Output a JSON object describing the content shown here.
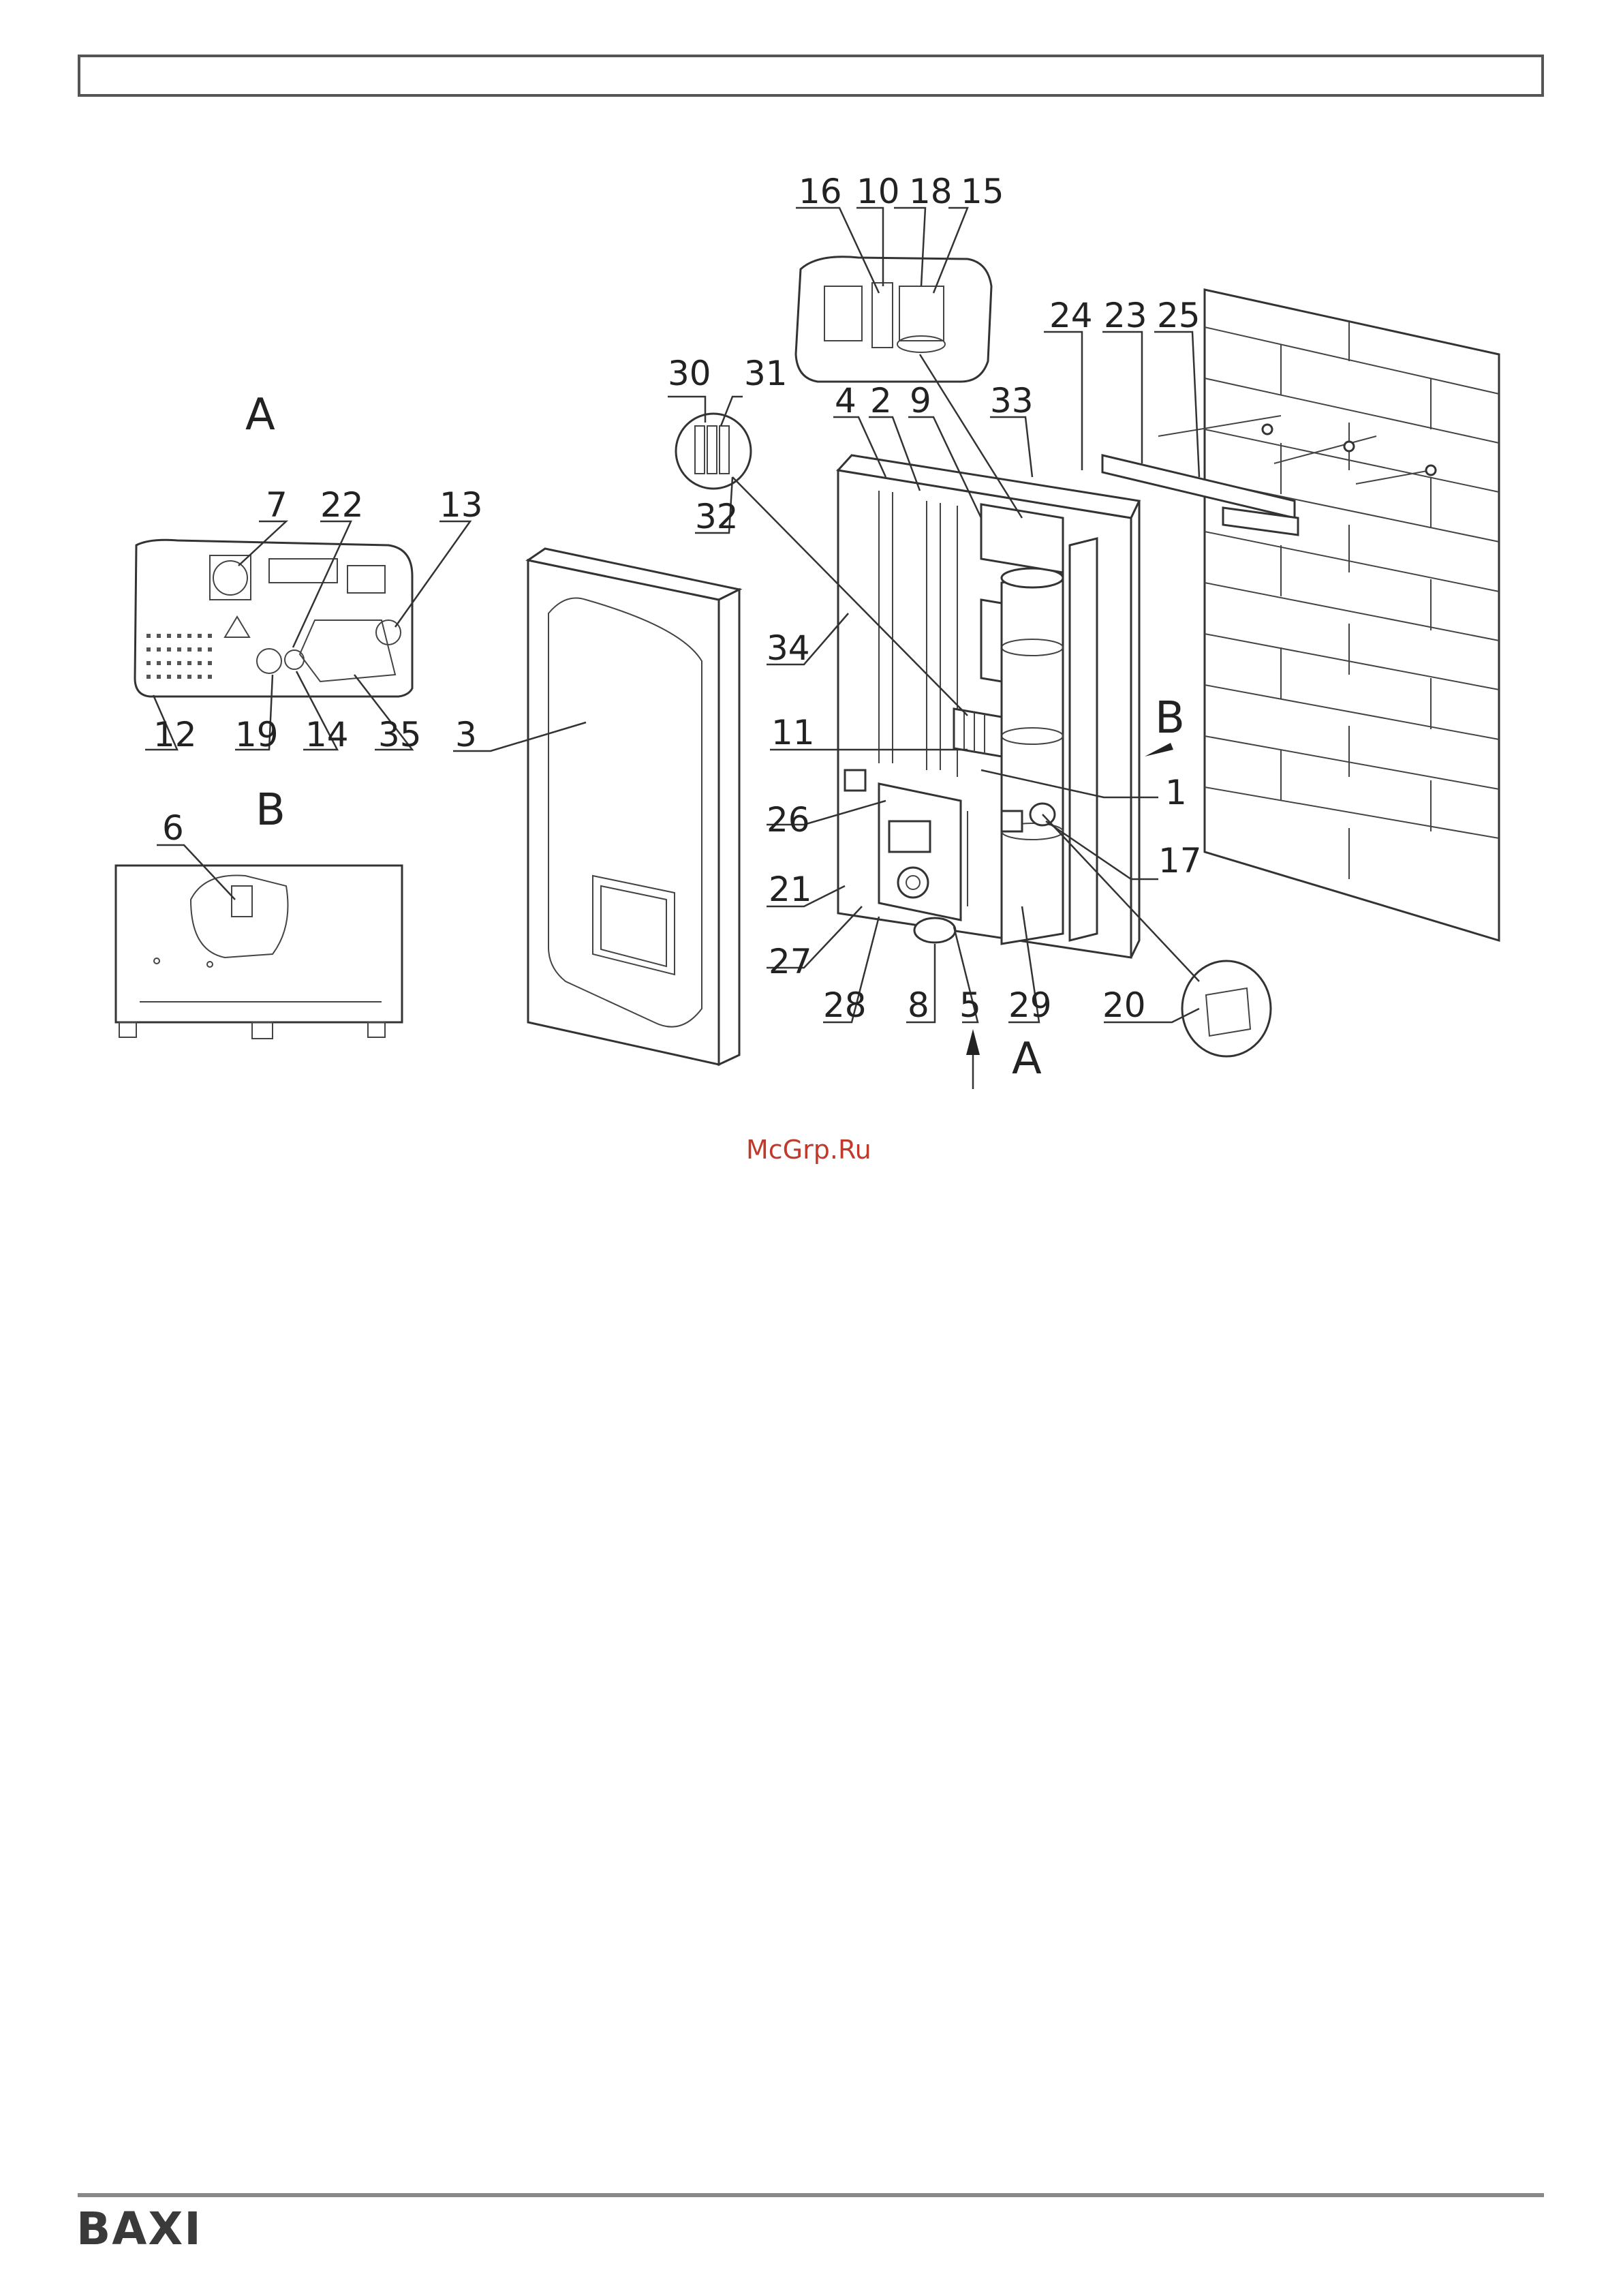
{
  "views": [
    "A",
    "B",
    "A",
    "B"
  ],
  "callouts": {
    "c1": "1",
    "c2": "2",
    "c3": "3",
    "c4": "4",
    "c5": "5",
    "c6": "6",
    "c7": "7",
    "c8": "8",
    "c9": "9",
    "c10": "10",
    "c11": "11",
    "c12": "12",
    "c13": "13",
    "c14": "14",
    "c15": "15",
    "c16": "16",
    "c17": "17",
    "c18": "18",
    "c19": "19",
    "c20": "20",
    "c21": "21",
    "c22": "22",
    "c23": "23",
    "c24": "24",
    "c25": "25",
    "c26": "26",
    "c27": "27",
    "c28": "28",
    "c29": "29",
    "c30": "30",
    "c31": "31",
    "c32": "32",
    "c33": "33",
    "c34": "34",
    "c35": "35"
  },
  "watermark": "McGrp.Ru",
  "brand": "BAXI"
}
